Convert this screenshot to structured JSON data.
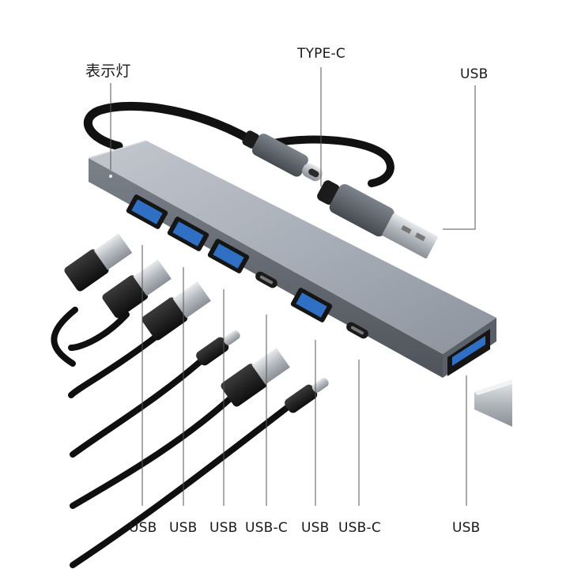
{
  "labels": {
    "indicator": "表示灯",
    "type_c": "TYPE-C",
    "usb_top": "USB",
    "bottom": [
      "USB",
      "USB",
      "USB",
      "USB-C",
      "USB",
      "USB-C"
    ],
    "usb_right": "USB"
  },
  "colors": {
    "hub_body": "#a7adb6",
    "hub_dark": "#6d737b",
    "port_blue": "#2f6fc4",
    "cable": "#141414",
    "plug_metal": "#c9cdd2",
    "leader_line": "#555555"
  }
}
